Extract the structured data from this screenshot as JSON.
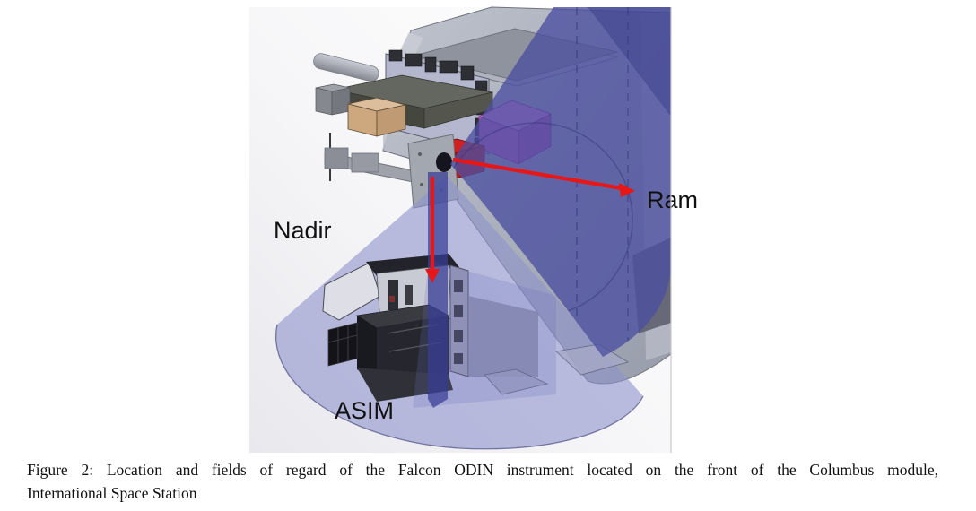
{
  "figure": {
    "labels": {
      "nadir": "Nadir",
      "ram": "Ram",
      "asim": "ASIM"
    }
  },
  "caption": {
    "line1": "Figure 2:  Location and fields of regard of the Falcon ODIN instrument located on the front of the Columbus module,",
    "line2": "International Space Station"
  },
  "colors": {
    "arrow_red": "#e81717",
    "ram_cone_blue": "#4b4fa0",
    "nadir_cone_blue": "#8e92cc",
    "module_gray": "#aab0bc",
    "magenta_box_pink": "#cb61c4",
    "red_box": "#bd1818",
    "tan_box": "#cda77e",
    "label_text": "#111111"
  }
}
